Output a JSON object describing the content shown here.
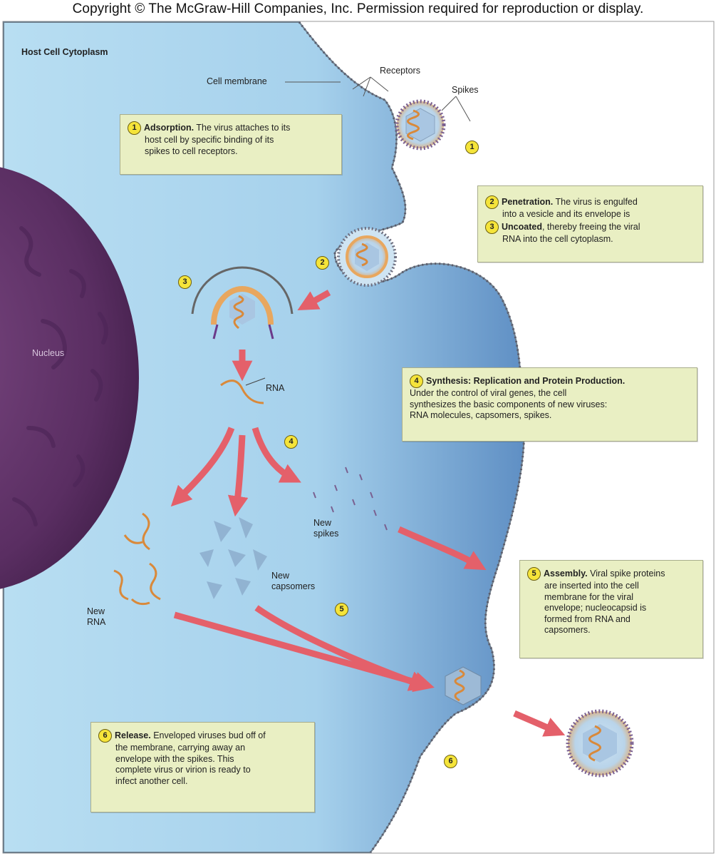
{
  "copyright": "Copyright © The McGraw-Hill Companies, Inc. Permission required for reproduction or display.",
  "labels": {
    "host_cell": "Host Cell Cytoplasm",
    "cell_membrane": "Cell membrane",
    "receptors": "Receptors",
    "spikes": "Spikes",
    "nucleus": "Nucleus",
    "rna": "RNA",
    "new_spikes_1": "New",
    "new_spikes_2": "spikes",
    "new_capsomers_1": "New",
    "new_capsomers_2": "capsomers",
    "new_rna_1": "New",
    "new_rna_2": "RNA"
  },
  "steps": {
    "s1": {
      "num": "1",
      "title": "Adsorption.",
      "text": " The virus attaches to its",
      "line2": "host cell by specific binding of its",
      "line3": "spikes to cell receptors."
    },
    "s2": {
      "num": "2",
      "title": "Penetration.",
      "text": " The virus is engulfed",
      "line2": "into a vesicle and its envelope is"
    },
    "s3": {
      "num": "3",
      "title": "Uncoated",
      "text": ", thereby freeing the viral",
      "line2": "RNA into the cell cytoplasm."
    },
    "s4": {
      "num": "4",
      "title": "Synthesis: Replication and Protein Production.",
      "line2": "Under the control of viral genes, the cell",
      "line3": "synthesizes the basic components of new viruses:",
      "line4": "RNA molecules, capsomers, spikes."
    },
    "s5": {
      "num": "5",
      "title": "Assembly.",
      "text": " Viral spike proteins",
      "line2": "are inserted into the cell",
      "line3": "membrane for the viral",
      "line4": "envelope; nucleocapsid is",
      "line5": "formed from RNA and",
      "line6": "capsomers."
    },
    "s6": {
      "num": "6",
      "title": "Release.",
      "text": " Enveloped viruses bud off of",
      "line2": "the membrane, carrying away an",
      "line3": "envelope with the spikes. This",
      "line4": "complete virus or virion is ready to",
      "line5": "infect another cell."
    }
  },
  "markers": {
    "m1": "1",
    "m2": "2",
    "m3": "3",
    "m4": "4",
    "m5": "5",
    "m6": "6"
  },
  "colors": {
    "cytoplasm": "#a9d3ec",
    "membrane_edge": "#4a79b0",
    "nucleus": "#6b3a72",
    "box": "#e9efc3",
    "arrow": "#e4606a",
    "marker": "#f5e43a",
    "rna": "#d9893a"
  }
}
